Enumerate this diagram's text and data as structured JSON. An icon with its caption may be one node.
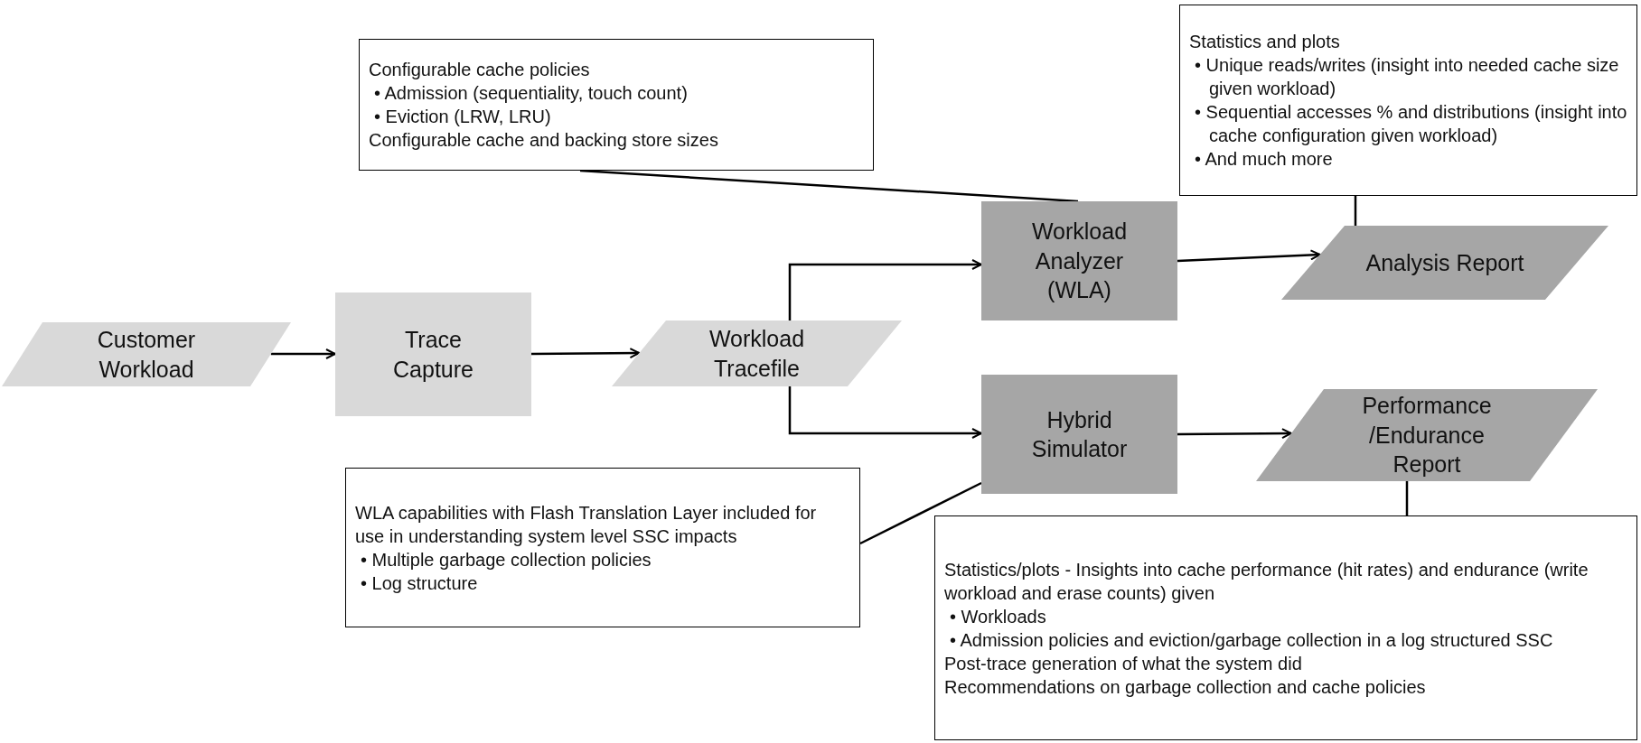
{
  "diagram": {
    "nodes": [
      {
        "text": [
          "Configurable cache policies",
          "• Admission (sequentiality, touch count)",
          "• Eviction (LRW, LRU)",
          "Configurable cache and backing store sizes"
        ]
      },
      {
        "text": [
          "Statistics and plots",
          "• Unique reads/writes (insight into needed cache size given workload)",
          "• Sequential accesses % and distributions (insight into cache configuration given workload)",
          "• And much more"
        ]
      },
      {
        "text": [
          "Workload Analyzer (WLA)"
        ]
      },
      {
        "text": [
          "Analysis Report"
        ]
      },
      {
        "text": [
          "Customer Workload"
        ]
      },
      {
        "text": [
          "Trace Capture"
        ]
      },
      {
        "text": [
          "Workload Tracefile"
        ]
      },
      {
        "text": [
          "Hybrid Simulator"
        ]
      },
      {
        "text": [
          "Performance /Endurance Report"
        ]
      },
      {
        "text": [
          "WLA capabilities with Flash Translation Layer included for use in understanding system level SSC impacts",
          "• Multiple garbage collection policies",
          "• Log structure"
        ]
      },
      {
        "text": [
          "Statistics/plots - Insights into cache performance (hit rates) and endurance (write workload and erase counts) given",
          "• Workloads",
          "• Admission policies and eviction/garbage collection in a log structured SSC",
          "Post-trace generation of what the system did",
          "Recommendations on garbage collection and cache policies"
        ]
      }
    ],
    "edges": [
      {
        "from": 4,
        "to": 5,
        "arrow": "to"
      },
      {
        "from": 5,
        "to": 6,
        "arrow": "to"
      },
      {
        "from": 6,
        "to": 2,
        "arrow": "to"
      },
      {
        "from": 6,
        "to": 7,
        "arrow": "to"
      },
      {
        "from": 2,
        "to": 3,
        "arrow": "to"
      },
      {
        "from": 7,
        "to": 8,
        "arrow": "to"
      },
      {
        "from": 0,
        "to": 2,
        "arrow": "none"
      },
      {
        "from": 1,
        "to": 3,
        "arrow": "none"
      },
      {
        "from": 9,
        "to": 7,
        "arrow": "none"
      },
      {
        "from": 8,
        "to": 10,
        "arrow": "none"
      }
    ]
  }
}
